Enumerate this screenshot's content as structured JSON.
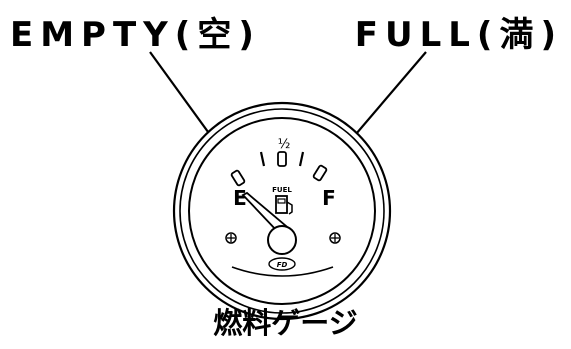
{
  "labels": {
    "empty": "EMPTY(空)",
    "full": "FULL(満)"
  },
  "caption": "燃料ゲージ",
  "gauge": {
    "empty_mark": "E",
    "full_mark": "F",
    "half_mark": "½",
    "fuel_label": "FUEL",
    "logo_text": "FD",
    "needle_level": 0.0
  }
}
